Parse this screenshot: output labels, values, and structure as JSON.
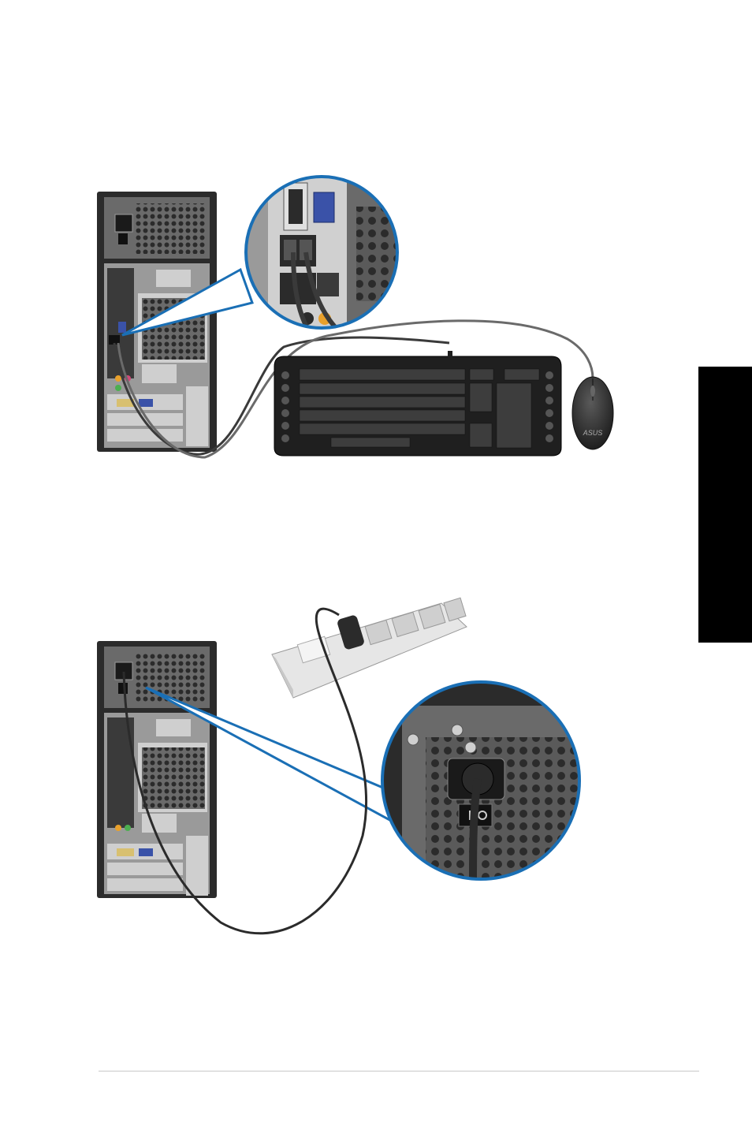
{
  "page": {
    "side_tab_color": "#000000",
    "background": "#ffffff"
  },
  "figure_1": {
    "subject": "keyboard-and-mouse-connection",
    "keyboard_brand_mark": "ASUS"
  },
  "figure_2": {
    "subject": "power-cord-connection"
  },
  "colors": {
    "callout_blue": "#1a6fb5",
    "tower_dark": "#2b2b2b",
    "tower_mid": "#6a6a6a",
    "tower_light": "#cfcfcf",
    "cable": "#3a3a3a",
    "keyboard_body": "#1f1f1f",
    "vga_blue": "#3a52a8",
    "power_strip": "#e6e6e6"
  }
}
